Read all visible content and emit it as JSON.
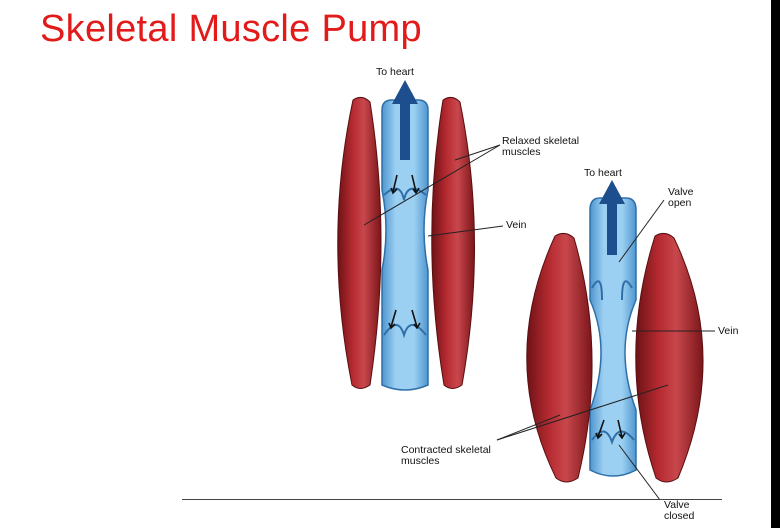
{
  "title": "Skeletal Muscle Pump",
  "labels": {
    "to_heart_top": "To heart",
    "relaxed_muscles": "Relaxed skeletal\nmuscles",
    "vein_left": "Vein",
    "to_heart_right": "To heart",
    "valve_open": "Valve\nopen",
    "vein_right": "Vein",
    "contracted_muscles": "Contracted skeletal\nmuscles",
    "valve_closed": "Valve\nclosed"
  },
  "colors": {
    "title": "#e31a1a",
    "muscle": "#a8262b",
    "vein": "#8fc8ee",
    "arrow": "#1d4f8f"
  }
}
